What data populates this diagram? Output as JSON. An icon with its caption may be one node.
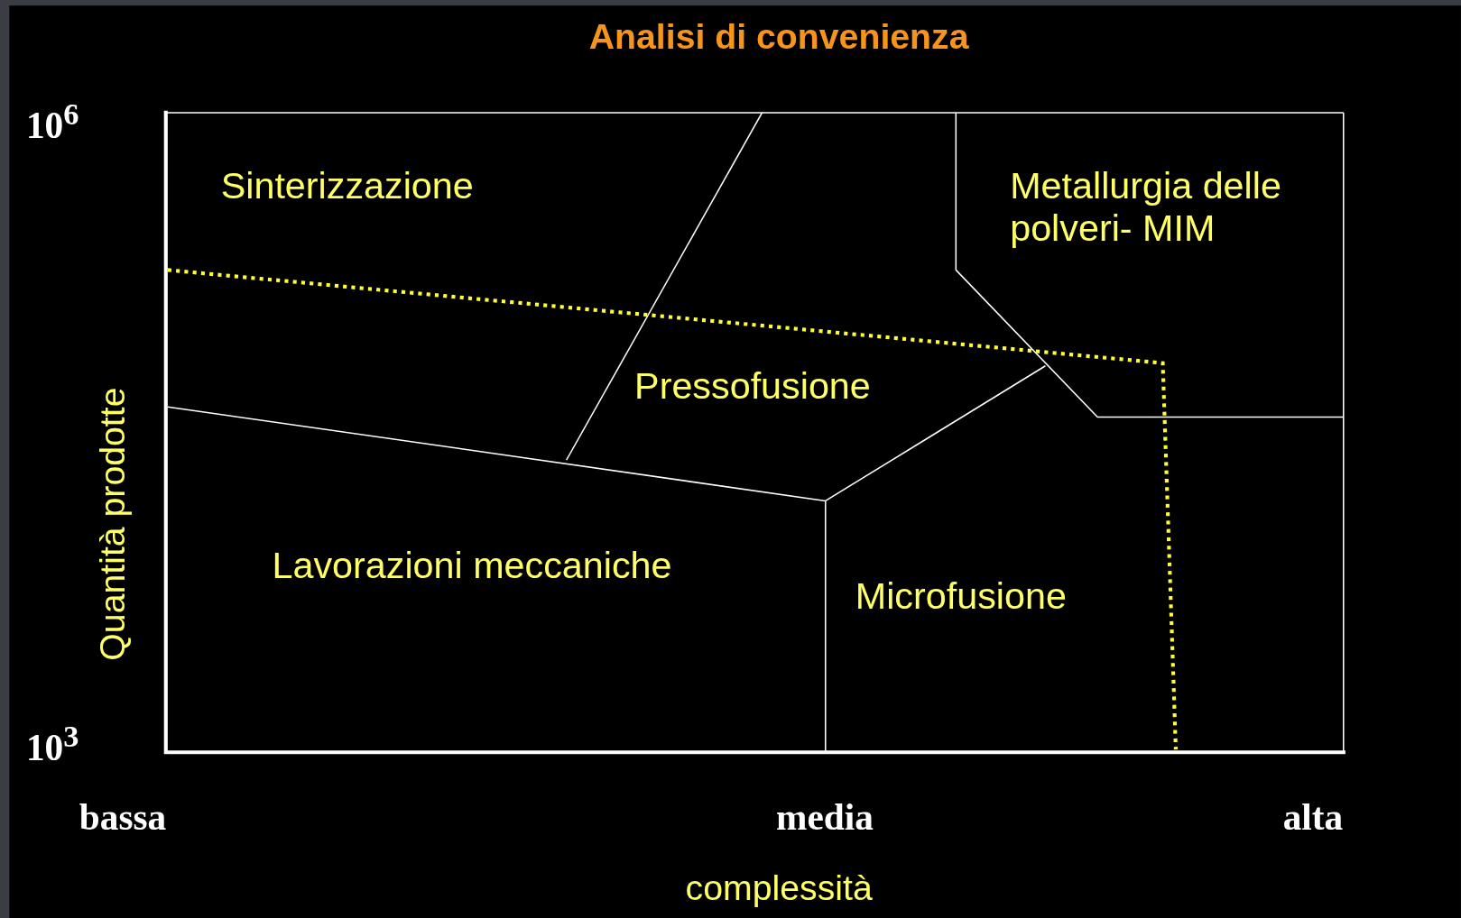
{
  "diagram": {
    "title": "Analisi di convenienza",
    "labels": [
      "10$^{6}$",
      "Sinterizzazione",
      "Metallurgia delle polveri- MIM",
      "Pressofusione",
      "Quantità prodotte",
      "Lavorazioni meccaniche",
      "Microfusione",
      "10$^{3}$",
      "bassa",
      "media",
      "alta",
      "complessità"
    ]
  }
}
